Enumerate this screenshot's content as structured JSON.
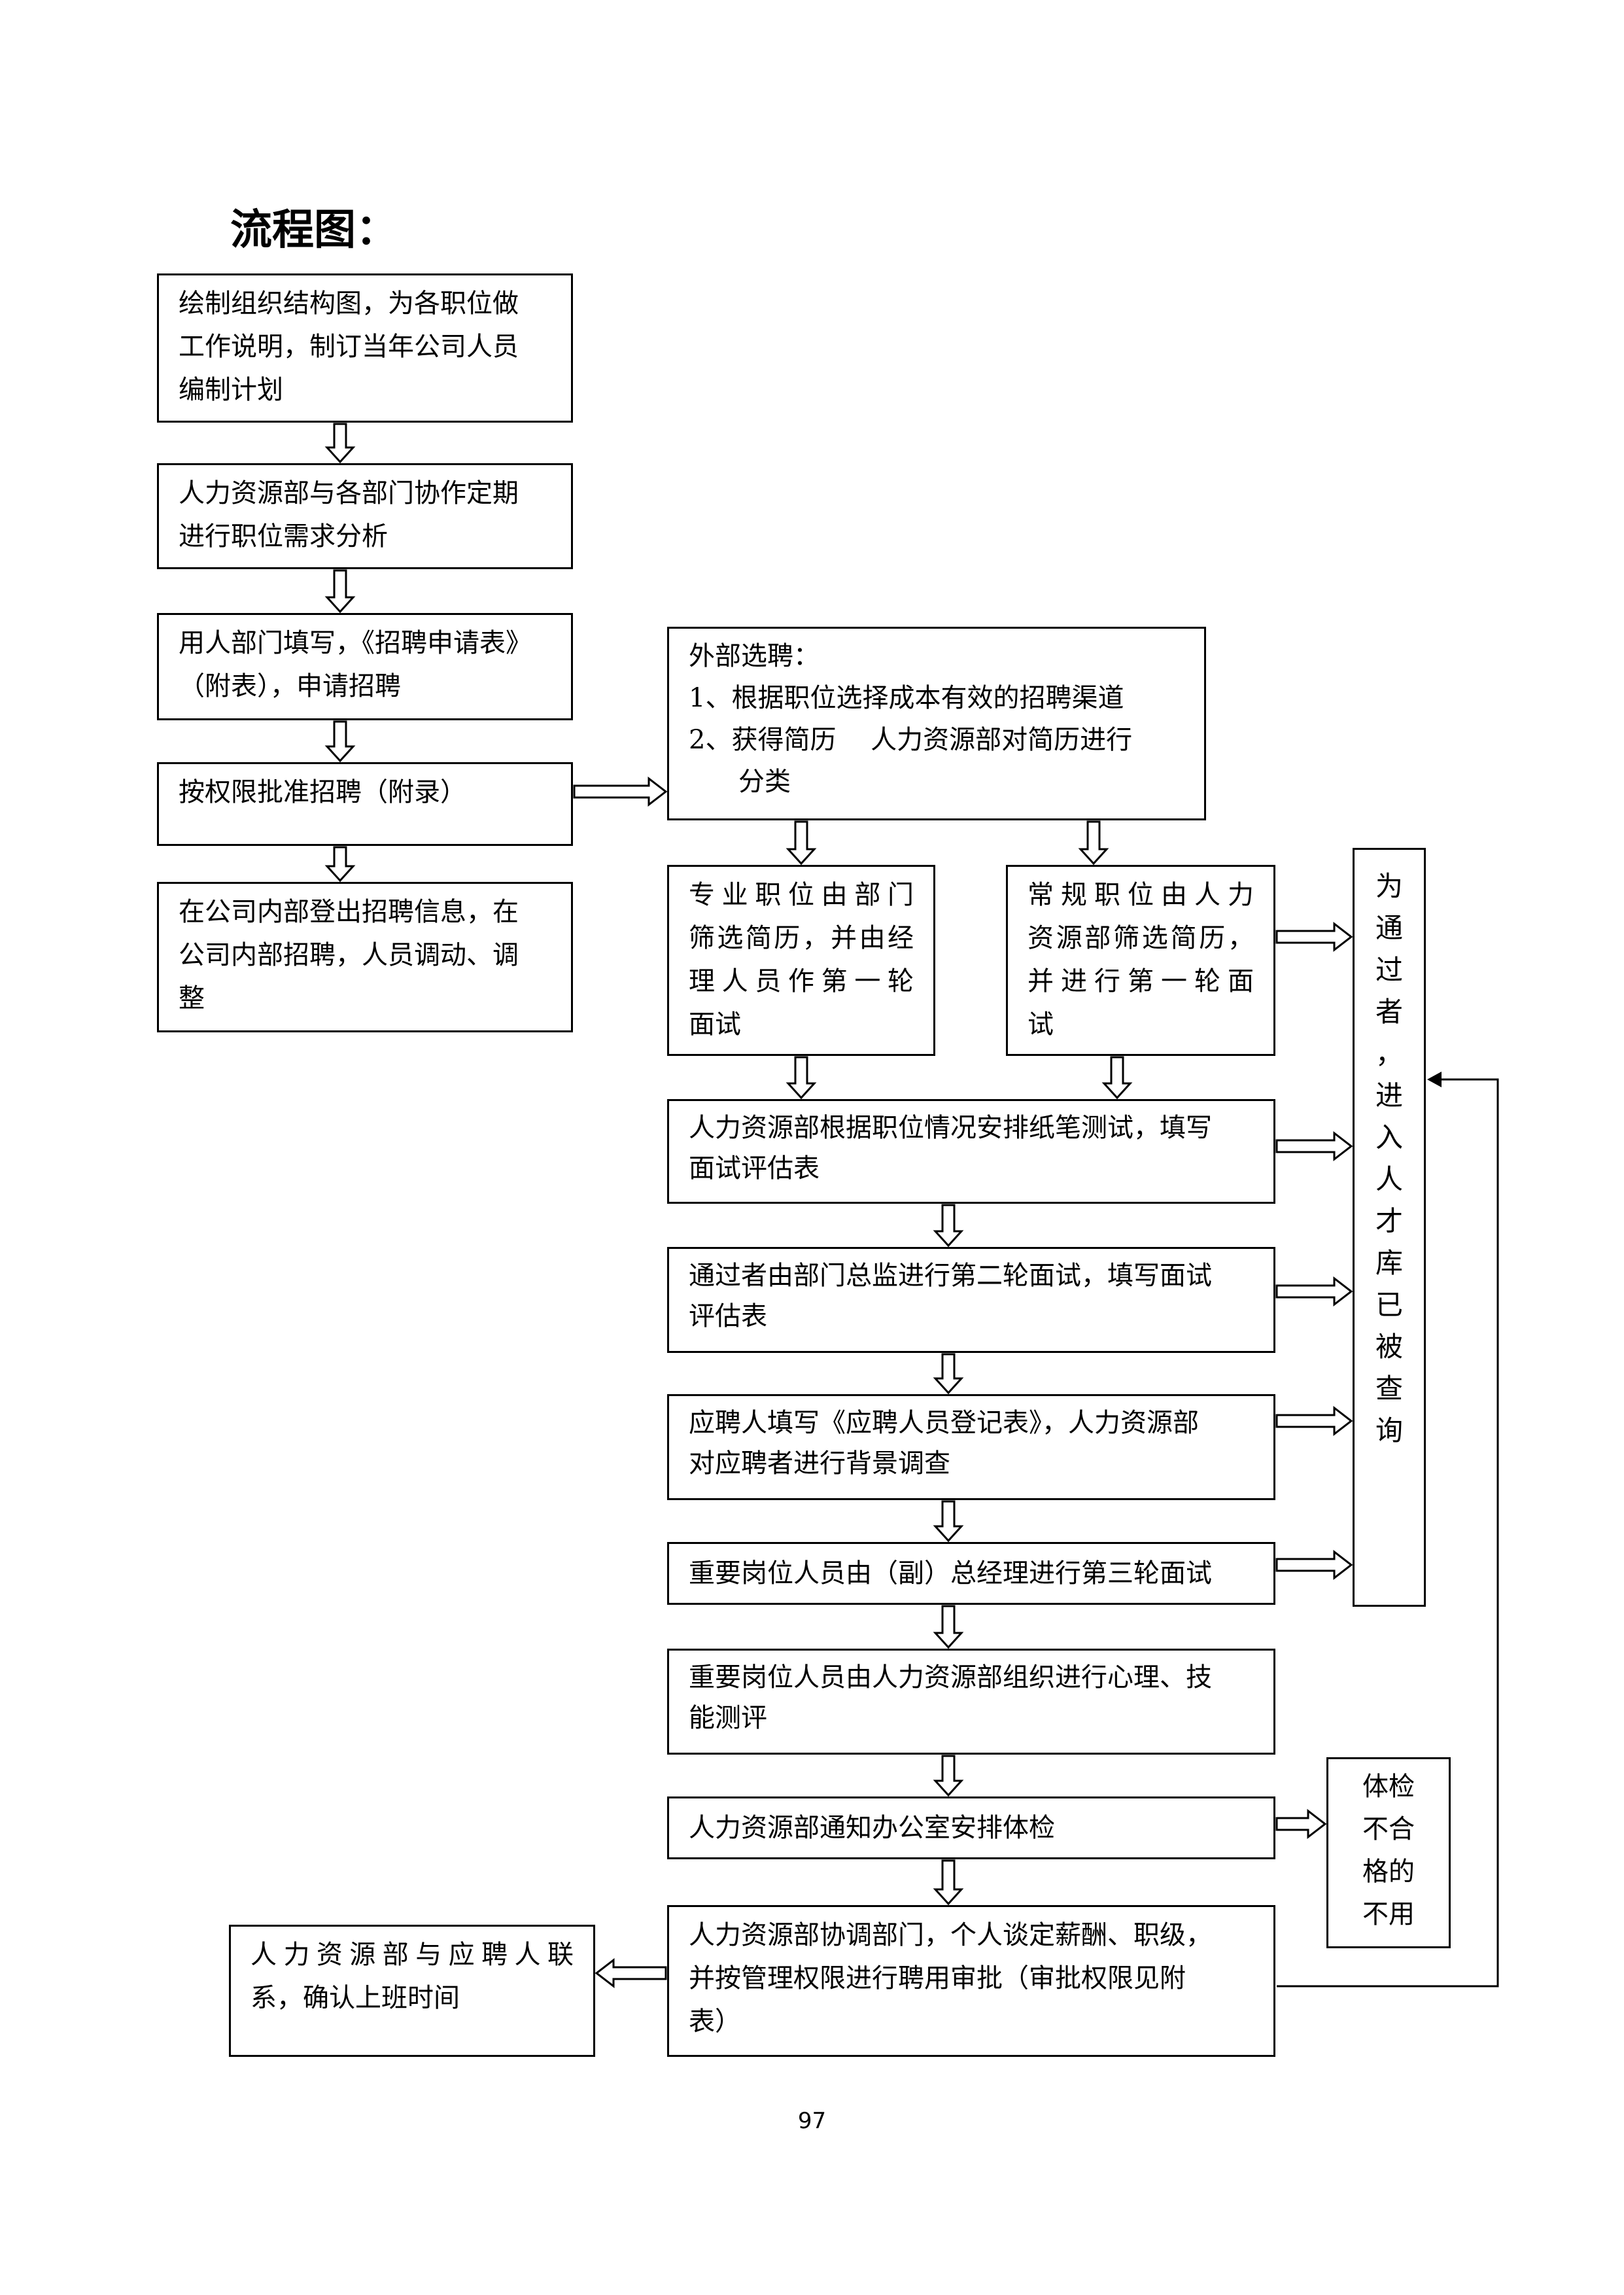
{
  "title": "流程图：",
  "page_number": "97",
  "steps": {
    "org_chart": [
      "绘制组织结构图，为各职位做",
      "工作说明，制订当年公司人员",
      "编制计划"
    ],
    "demand": [
      "人力资源部与各部门协作定期",
      "进行职位需求分析"
    ],
    "apply": [
      "用人部门填写，《招聘申请表》",
      "（附表），申请招聘"
    ],
    "approve": [
      "按权限批准招聘（附录）"
    ],
    "internal": [
      "在公司内部登出招聘信息，在",
      "公司内部招聘，人员调动、调",
      "整"
    ],
    "external": [
      "外部选聘：",
      "1、根据职位选择成本有效的招聘渠道",
      "2、获得简历　 人力资源部对简历进行",
      "分类"
    ],
    "professional": [
      "专业职位由部门",
      "筛选简历，并由经",
      "理人员作第一轮",
      "面试"
    ],
    "regular": [
      "常规职位由人力",
      "资源部筛选简历，",
      "并进行第一轮面",
      "试"
    ],
    "written_test": [
      "人力资源部根据职位情况安排纸笔测试，填写",
      "面试评估表"
    ],
    "second_interview": [
      "通过者由部门总监进行第二轮面试，填写面试",
      "评估表"
    ],
    "registration": [
      "应聘人填写《应聘人员登记表》，人力资源部",
      "对应聘者进行背景调查"
    ],
    "third_interview": [
      "重要岗位人员由（副）总经理进行第三轮面试"
    ],
    "assessment": [
      "重要岗位人员由人力资源部组织进行心理、技",
      "能测评"
    ],
    "medical": [
      "人力资源部通知办公室安排体检"
    ],
    "negotiate": [
      "人力资源部协调部门，个人谈定薪酬、职级，",
      "并按管理权限进行聘用审批（审批权限见附",
      "表）"
    ],
    "contact": [
      "人力资源部与应聘人联",
      "系，确认上班时间"
    ]
  },
  "side_notes": {
    "talent_pool": [
      "为",
      "通",
      "过",
      "者",
      "，",
      "进",
      "入",
      "人",
      "才",
      "库",
      "已",
      "被",
      "查",
      "询"
    ],
    "medical_fail": [
      "体检",
      "不合",
      "格的",
      "不用"
    ]
  }
}
